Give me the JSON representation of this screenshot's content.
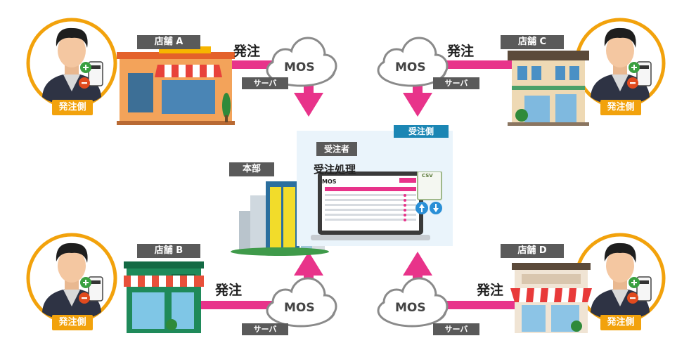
{
  "stores": {
    "a": {
      "name": "店舗 A"
    },
    "b": {
      "name": "店舗 B"
    },
    "c": {
      "name": "店舗 C"
    },
    "d": {
      "name": "店舗 D"
    }
  },
  "orderer_label": "発注側",
  "order_label": "発注",
  "server_label": "サーバ",
  "cloud_brand": "MOS",
  "receiver_side_label": "受注側",
  "receiver": {
    "tag": "受注者",
    "title": "受注処理"
  },
  "hq_label": "本部",
  "laptop": {
    "brand": "MOS",
    "csv": "CSV"
  },
  "colors": {
    "link": "#e8338a",
    "tag": "#5a5a5a",
    "orderer": "#f2a20c",
    "receiver": "#1b86b4"
  }
}
